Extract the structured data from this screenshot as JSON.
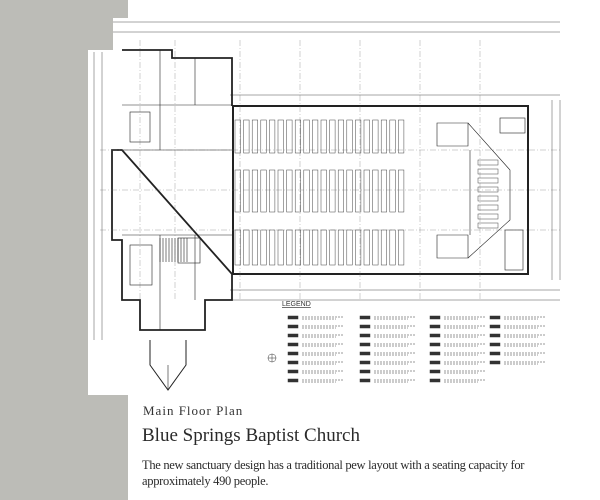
{
  "drawing": {
    "legend_label": "LEGEND"
  },
  "caption": {
    "subtitle": "Main Floor Plan",
    "title": "Blue Springs Baptist Church",
    "description": "The new sanctuary design has a traditional pew layout with a seating capacity for approximately 490 people."
  },
  "colors": {
    "side_band": "#bcbcb7",
    "ink": "#2a2a2a"
  }
}
